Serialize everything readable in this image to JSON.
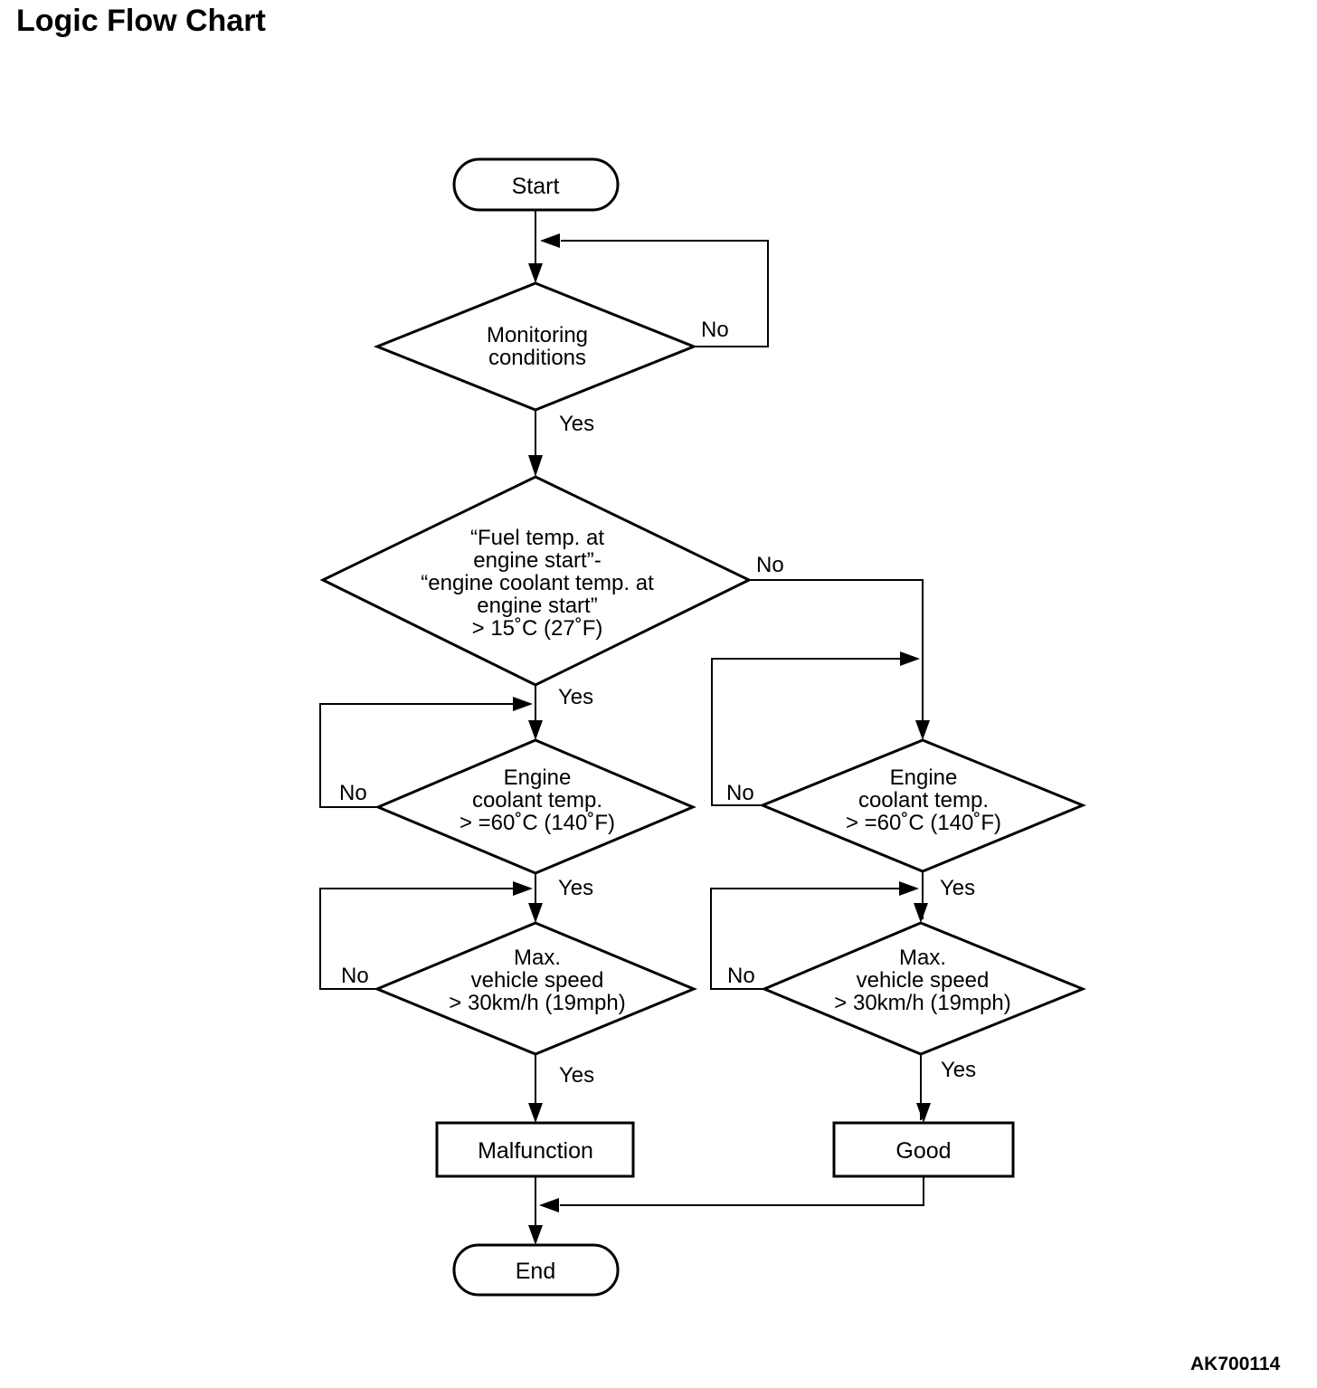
{
  "page": {
    "title": "Logic Flow Chart",
    "figure_code": "AK700114"
  },
  "nodes": {
    "start": {
      "label": "Start"
    },
    "monitoring": {
      "line1": "Monitoring",
      "line2": "conditions"
    },
    "fuel_temp_delta": {
      "line1": "“Fuel temp. at",
      "line2": "engine start”-",
      "line3": "“engine coolant temp. at",
      "line4": "engine start”",
      "line5": "> 15˚C (27˚F)"
    },
    "coolant_left": {
      "line1": "Engine",
      "line2": "coolant temp.",
      "line3": "> =60˚C (140˚F)"
    },
    "coolant_right": {
      "line1": "Engine",
      "line2": "coolant temp.",
      "line3": "> =60˚C (140˚F)"
    },
    "speed_left": {
      "line1": "Max.",
      "line2": "vehicle speed",
      "line3": "> 30km/h (19mph)"
    },
    "speed_right": {
      "line1": "Max.",
      "line2": "vehicle speed",
      "line3": "> 30km/h (19mph)"
    },
    "malfunction": {
      "label": "Malfunction"
    },
    "good": {
      "label": "Good"
    },
    "end": {
      "label": "End"
    }
  },
  "edge_labels": {
    "monitoring_no": "No",
    "monitoring_yes": "Yes",
    "fuel_no": "No",
    "fuel_yes": "Yes",
    "coolant_left_no": "No",
    "coolant_left_yes": "Yes",
    "coolant_right_no": "No",
    "coolant_right_yes": "Yes",
    "speed_left_no": "No",
    "speed_left_yes": "Yes",
    "speed_right_no": "No",
    "speed_right_yes": "Yes"
  },
  "colors": {
    "ink": "#000000",
    "background": "#ffffff"
  }
}
